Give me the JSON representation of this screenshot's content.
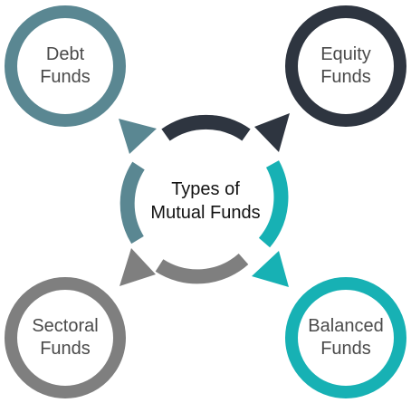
{
  "center": {
    "line1": "Types of",
    "line2": "Mutual Funds"
  },
  "nodes": [
    {
      "id": "debt",
      "line1": "Debt",
      "line2": "Funds",
      "color": "#5a8792"
    },
    {
      "id": "equity",
      "line1": "Equity",
      "line2": "Funds",
      "color": "#2e3540"
    },
    {
      "id": "sectoral",
      "line1": "Sectoral",
      "line2": "Funds",
      "color": "#7f7f7f"
    },
    {
      "id": "balanced",
      "line1": "Balanced",
      "line2": "Funds",
      "color": "#17b1b4"
    }
  ]
}
